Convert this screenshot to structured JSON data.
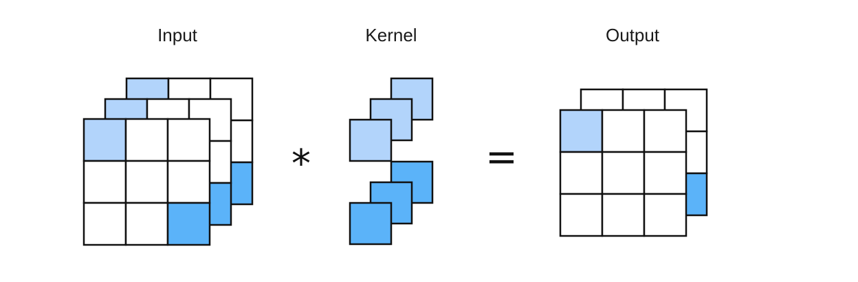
{
  "labels": {
    "input": "Input",
    "kernel": "Kernel",
    "output": "Output"
  },
  "operators": {
    "convolve": "*",
    "equals": "="
  },
  "colors": {
    "light_blue": "#b2d4fb",
    "mid_blue": "#5bb3f9",
    "grid_line": "#111111",
    "background": "#ffffff"
  },
  "structure": {
    "input": {
      "channels": 3,
      "rows": 3,
      "cols": 3
    },
    "kernel": {
      "channels": 3,
      "kernels": 2,
      "rows": 1,
      "cols": 1
    },
    "output": {
      "channels": 2,
      "rows": 3,
      "cols": 3
    }
  }
}
